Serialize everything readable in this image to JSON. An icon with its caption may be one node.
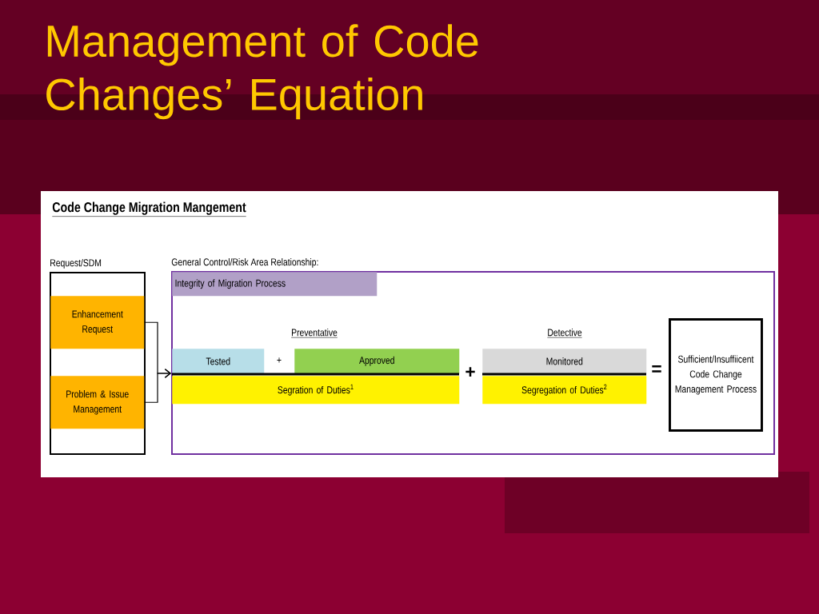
{
  "diagram": {
    "title": "Management of Code Changes’ Equation",
    "nodes": [
      {
        "text": [
          "Request/SDM"
        ]
      },
      {
        "text": [
          "Enhancement Request"
        ],
        "in": 0
      },
      {
        "text": [
          "Problem & Issue Management"
        ],
        "in": 0
      },
      {
        "text": [
          "General Control/Risk Area Relationship:"
        ]
      },
      {
        "text": [
          "Integrity of Migration Process"
        ],
        "in": 3
      },
      {
        "text": [
          "Tested"
        ],
        "in": 3
      },
      {
        "text": [
          "Approved"
        ],
        "in": 3
      },
      {
        "text": [
          "Segration of Duties$^{1}$"
        ],
        "in": 3
      },
      {
        "text": [
          "Monitored"
        ],
        "in": 3
      },
      {
        "text": [
          "Segregation of Duties$^{2}$"
        ],
        "in": 3
      },
      {
        "text": [
          "Sufficient/Insuffiicent Code Change Management Process"
        ],
        "in": 3
      }
    ],
    "edges": [
      {
        "from": 1,
        "to": 3,
        "arrow": "to"
      },
      {
        "from": 2,
        "to": 3,
        "arrow": "to"
      }
    ],
    "labels": [
      "Code Change Migration Mangement",
      "Preventative",
      "Detective",
      "+",
      "+",
      "="
    ]
  }
}
